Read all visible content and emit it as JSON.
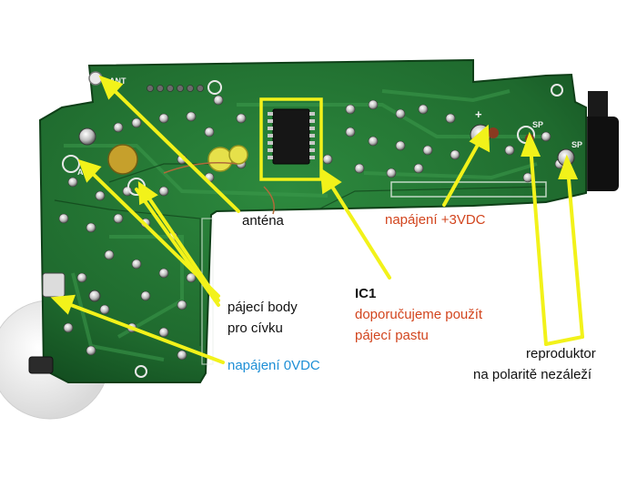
{
  "silkscreen": {
    "ant": "ANT",
    "am": "AM",
    "plus": "+",
    "sp1": "SP",
    "sp2": "SP"
  },
  "labels": {
    "antenna": "anténa",
    "power_plus": "napájení +3VDC",
    "ic1_title": "IC1",
    "ic1_line1": "doporučujeme použít",
    "ic1_line2": "pájecí pastu",
    "coil_line1": "pájecí body",
    "coil_line2": "pro cívku",
    "power_zero": "napájení 0VDC",
    "speaker_line1": "reproduktor",
    "speaker_line2": "na polaritě nezáleží"
  },
  "colors": {
    "pcb": "#1f6a2e",
    "pcb_dark": "#0f4a1c",
    "arrow": "#f2f21a",
    "text_black": "#111111",
    "text_red": "#d2451e",
    "text_blue": "#1e8fd6"
  }
}
